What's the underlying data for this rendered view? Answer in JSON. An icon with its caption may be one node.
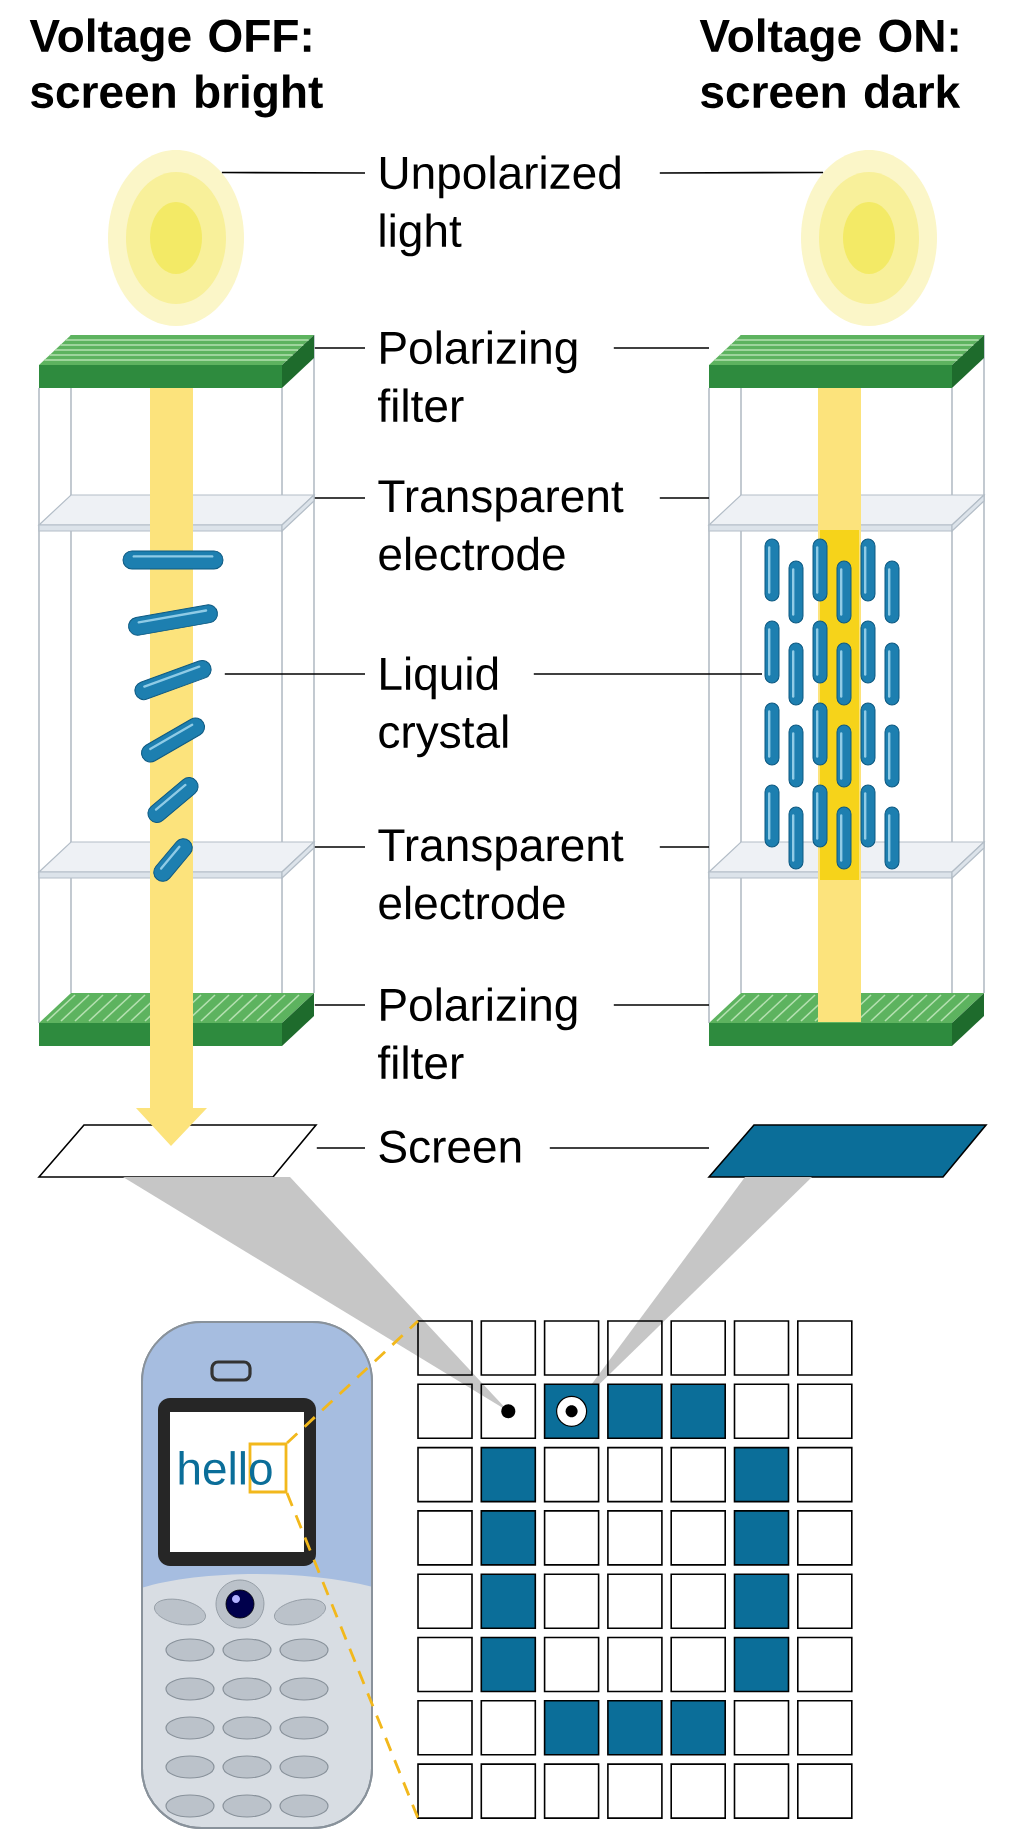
{
  "diagram": {
    "nodes": [
      {
        "text": [
          "Unpolarized light"
        ]
      },
      {
        "text": [
          "Polarizing filter"
        ]
      },
      {
        "text": [
          "Transparent electrode"
        ]
      },
      {
        "text": [
          "Liquid crystal"
        ]
      },
      {
        "text": [
          "Transparent electrode"
        ]
      },
      {
        "text": [
          "Polarizing filter"
        ]
      },
      {
        "text": [
          "Screen"
        ]
      },
      {
        "text": [],
        "shape": "circle"
      },
      {
        "text": [],
        "shape": "circle"
      },
      {
        "text": [],
        "shape": "bar"
      },
      {
        "text": [],
        "shape": "bar"
      },
      {
        "text": [],
        "shape": "box"
      },
      {
        "text": [],
        "shape": "box"
      },
      {
        "text": [],
        "shape": "picture"
      },
      {
        "text": [],
        "shape": "picture"
      },
      {
        "text": [],
        "shape": "box"
      },
      {
        "text": [],
        "shape": "box"
      },
      {
        "text": [],
        "shape": "bar"
      },
      {
        "text": [],
        "shape": "bar"
      },
      {
        "text": [],
        "shape": "box"
      },
      {
        "text": [],
        "shape": "box"
      }
    ],
    "edges": [
      {
        "from": 0,
        "to": 7,
        "arrow": "none"
      },
      {
        "from": 0,
        "to": 8,
        "arrow": "none"
      },
      {
        "from": 1,
        "to": 9,
        "arrow": "none"
      },
      {
        "from": 1,
        "to": 10,
        "arrow": "none"
      },
      {
        "from": 2,
        "to": 11,
        "arrow": "none"
      },
      {
        "from": 2,
        "to": 12,
        "arrow": "none"
      },
      {
        "from": 3,
        "to": 13,
        "arrow": "none"
      },
      {
        "from": 3,
        "to": 14,
        "arrow": "none"
      },
      {
        "from": 4,
        "to": 15,
        "arrow": "none"
      },
      {
        "from": 4,
        "to": 16,
        "arrow": "none"
      },
      {
        "from": 5,
        "to": 17,
        "arrow": "none"
      },
      {
        "from": 5,
        "to": 18,
        "arrow": "none"
      },
      {
        "from": 6,
        "to": 19,
        "arrow": "none"
      },
      {
        "from": 6,
        "to": 20,
        "arrow": "none"
      }
    ],
    "labels": [
      "Voltage OFF: screen bright",
      "Voltage ON: screen dark",
      "hello"
    ]
  }
}
